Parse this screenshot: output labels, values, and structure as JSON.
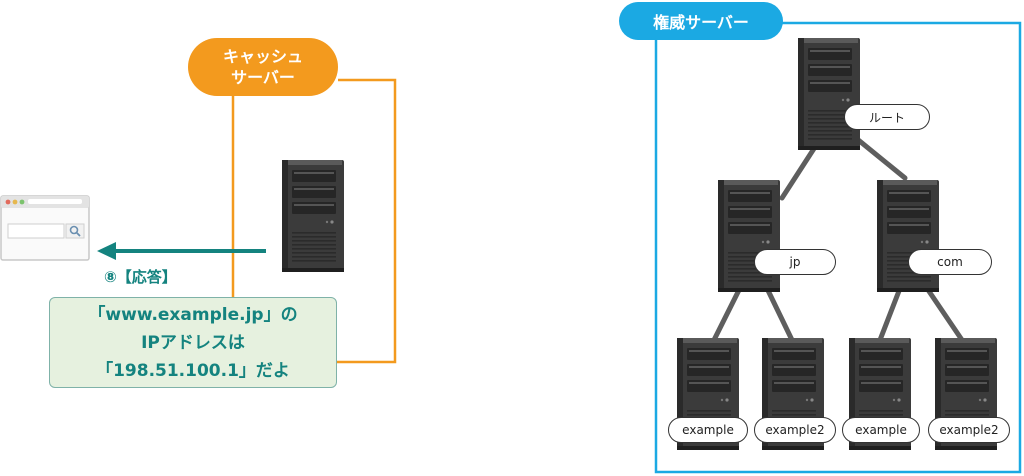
{
  "cache_server": {
    "label": "キャッシュ\nサーバー",
    "color": "#f39a1e"
  },
  "authoritative_servers": {
    "label": "権威サーバー",
    "color": "#1ba9e3",
    "root": "ルート",
    "tld": [
      "jp",
      "com"
    ],
    "leaves": [
      "example",
      "example2",
      "example",
      "example2"
    ]
  },
  "response": {
    "step": "⑧【応答】",
    "lines": [
      "「www.example.jp」の",
      "IPアドレスは",
      "「198.51.100.1」だよ"
    ],
    "color": "#14837f"
  }
}
